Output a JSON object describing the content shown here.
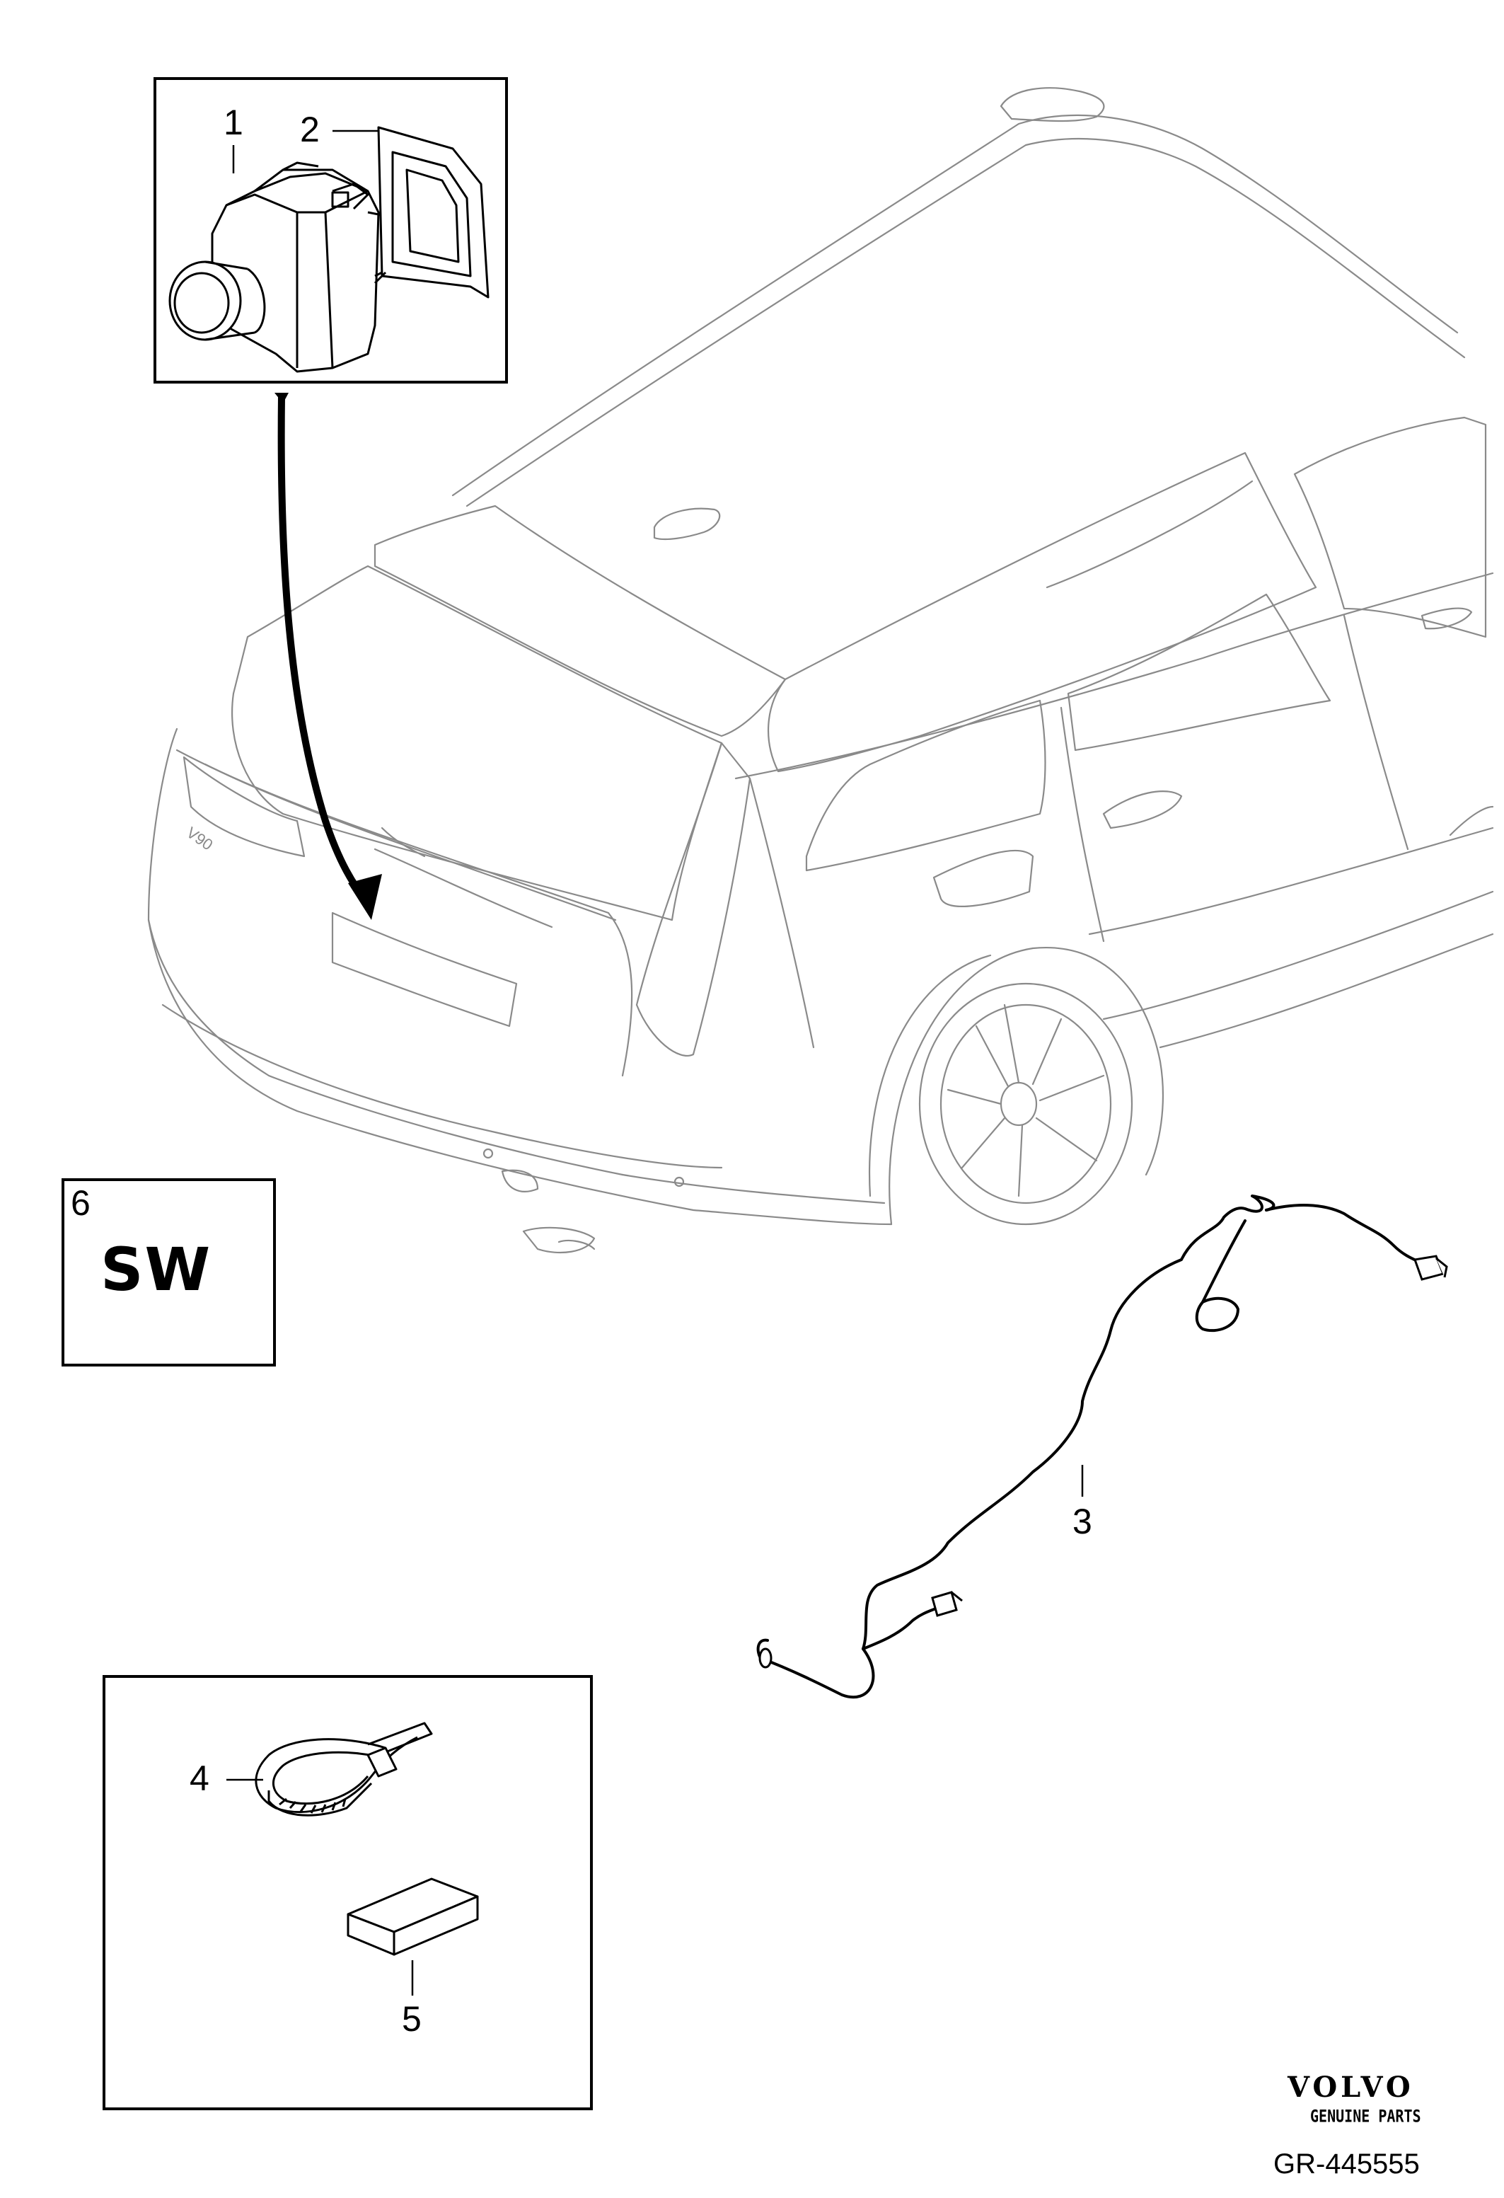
{
  "diagram": {
    "callouts": {
      "part_1": "1",
      "part_2": "2",
      "part_3": "3",
      "part_4": "4",
      "part_5": "5",
      "part_6": "6"
    },
    "software_label": "SW",
    "car_badge": "V90",
    "brand": {
      "name": "VOLVO",
      "subtitle": "GENUINE PARTS"
    },
    "figure_code": "GR-445555",
    "colors": {
      "line_art": "#000000",
      "car_outline": "#888888",
      "background": "#ffffff"
    }
  }
}
